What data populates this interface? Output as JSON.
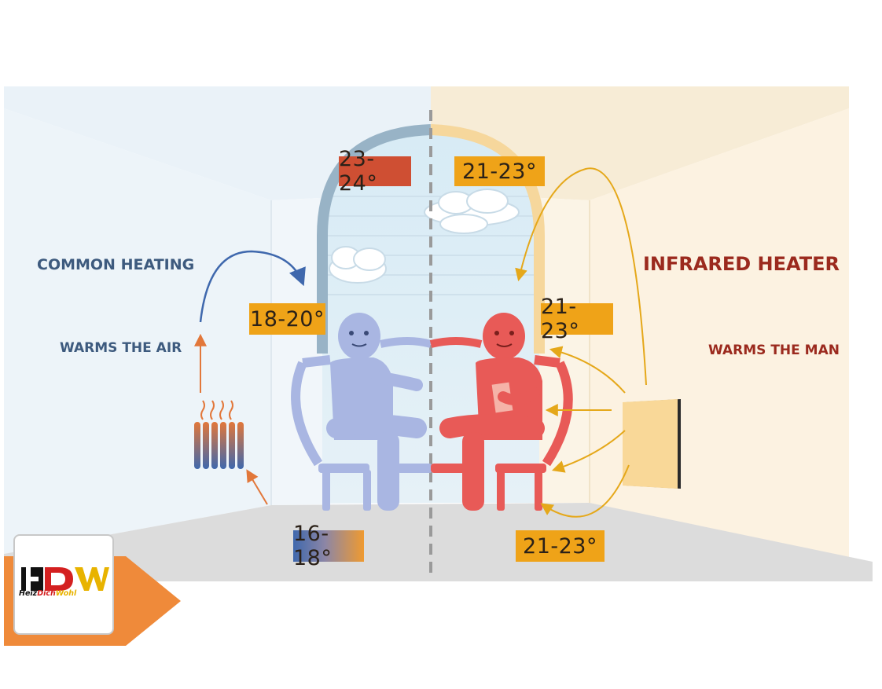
{
  "labels": {
    "left_title": "COMMON HEATING",
    "left_subtitle": "WARMS THE AIR",
    "right_title": "INFRARED HEATER",
    "right_subtitle": "WARMS THE MAN"
  },
  "temperatures": {
    "left_ceiling": "23-24°",
    "right_ceiling": "21-23°",
    "left_head": "18-20°",
    "right_head": "21-23°",
    "left_floor": "16-18°",
    "right_floor": "21-23°"
  },
  "logo": {
    "mark": "HDW",
    "word_1": "Heiz",
    "word_2": "Dich",
    "word_3": "Wohl"
  },
  "colors": {
    "cold_blue": "#3f68ad",
    "warm_orange": "#efa318",
    "hot_red": "#cf4f33",
    "left_person": "#a9b6e2",
    "right_person": "#e85a57",
    "left_title": "#3d5a7e",
    "right_title": "#9b2a1e",
    "brand_orange": "#ef8a3a"
  }
}
